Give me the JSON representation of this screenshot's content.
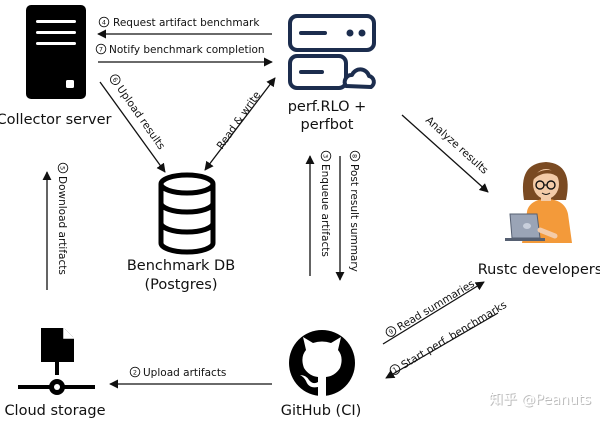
{
  "nodes": {
    "collector": "Collector server",
    "perf_line1": "perf.RLO +",
    "perf_line2": "perfbot",
    "db_line1": "Benchmark DB",
    "db_line2": "(Postgres)",
    "developers": "Rustc developers",
    "cloud": "Cloud storage",
    "github": "GitHub (CI)"
  },
  "edges": {
    "e4": {
      "num": "4",
      "label": "Request artifact benchmark"
    },
    "e7": {
      "num": "7",
      "label": "Notify benchmark completion"
    },
    "e6": {
      "num": "6",
      "label": "Upload results"
    },
    "read_write": {
      "label": "Read & write"
    },
    "analyze": {
      "label": "Analyze results"
    },
    "e5": {
      "num": "5",
      "label": "Download artifacts"
    },
    "e3": {
      "num": "3",
      "label": "Enqueue artifacts"
    },
    "e8": {
      "num": "8",
      "label": "Post result summary"
    },
    "e2": {
      "num": "2",
      "label": "Upload artifacts"
    },
    "e9": {
      "num": "9",
      "label": "Read summaries"
    },
    "e1": {
      "num": "1",
      "label": "Start perf. benchmarks"
    }
  },
  "watermark": "知乎 @Peanuts",
  "colors": {
    "perf_icon": "#1c2d4e",
    "skin": "#f3cba8",
    "hair": "#7a4a22",
    "shirt": "#f39a3a",
    "laptop": "#9aa4b6"
  }
}
